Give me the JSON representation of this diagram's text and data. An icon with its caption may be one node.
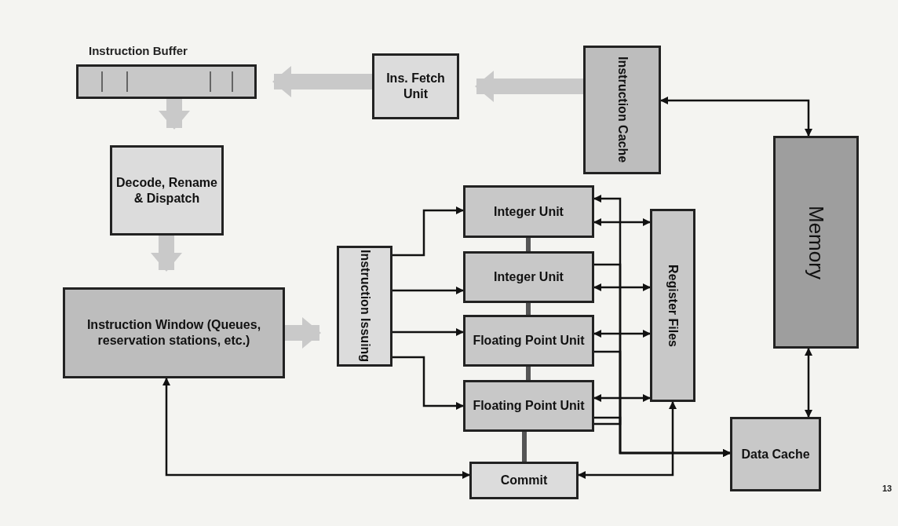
{
  "diagram": {
    "nodes": [
      {
        "text": [
          "Instruction Buffer"
        ]
      },
      {
        "text": [
          "Ins. Fetch Unit"
        ]
      },
      {
        "text": [
          "Instruction Cache"
        ]
      },
      {
        "text": [
          "Memory"
        ]
      },
      {
        "text": [
          "Decode, Rename & Dispatch"
        ]
      },
      {
        "text": [
          "Instruction Window (Queues, reservation stations, etc.)"
        ]
      },
      {
        "text": [
          "Instruction Issuing"
        ]
      },
      {
        "text": [
          "Integer Unit"
        ]
      },
      {
        "text": [
          "Integer Unit"
        ]
      },
      {
        "text": [
          "Floating Point Unit"
        ]
      },
      {
        "text": [
          "Floating Point Unit"
        ]
      },
      {
        "text": [
          "Register Files"
        ]
      },
      {
        "text": [
          "Data Cache"
        ]
      },
      {
        "text": [
          "Commit"
        ]
      }
    ],
    "edges": [
      {
        "from": 1,
        "to": 0,
        "arrow": "to",
        "style": "thick",
        "color": "#c9c9c9"
      },
      {
        "from": 2,
        "to": 1,
        "arrow": "to",
        "style": "thick",
        "color": "#c9c9c9"
      },
      {
        "from": 0,
        "to": 4,
        "arrow": "to",
        "style": "thick",
        "color": "#c9c9c9"
      },
      {
        "from": 4,
        "to": 5,
        "arrow": "to",
        "style": "thick",
        "color": "#c9c9c9"
      },
      {
        "from": 5,
        "to": 6,
        "arrow": "to",
        "style": "thick",
        "color": "#c9c9c9"
      },
      {
        "from": 2,
        "to": 3,
        "arrow": "both"
      },
      {
        "from": 3,
        "to": 12,
        "arrow": "both"
      },
      {
        "from": 6,
        "to": 7,
        "arrow": "to"
      },
      {
        "from": 6,
        "to": 8,
        "arrow": "to"
      },
      {
        "from": 6,
        "to": 9,
        "arrow": "to"
      },
      {
        "from": 6,
        "to": 10,
        "arrow": "to"
      },
      {
        "from": 7,
        "to": 11,
        "arrow": "both"
      },
      {
        "from": 8,
        "to": 11,
        "arrow": "both"
      },
      {
        "from": 9,
        "to": 11,
        "arrow": "both"
      },
      {
        "from": 10,
        "to": 11,
        "arrow": "both"
      },
      {
        "from": 8,
        "to": 12,
        "arrow": "to"
      },
      {
        "from": 9,
        "to": 12,
        "arrow": "to"
      },
      {
        "from": 10,
        "to": 12,
        "arrow": "to"
      },
      {
        "from": 10,
        "to": 7,
        "arrow": "to"
      },
      {
        "from": 7,
        "to": 8,
        "arrow": "none",
        "style": "thick",
        "color": "#555555"
      },
      {
        "from": 8,
        "to": 9,
        "arrow": "none",
        "style": "thick",
        "color": "#555555"
      },
      {
        "from": 9,
        "to": 10,
        "arrow": "none",
        "style": "thick",
        "color": "#555555"
      },
      {
        "from": 10,
        "to": 13,
        "arrow": "none",
        "style": "thick",
        "color": "#555555"
      },
      {
        "from": 5,
        "to": 13,
        "arrow": "both"
      },
      {
        "from": 11,
        "to": 13,
        "arrow": "both"
      }
    ],
    "labels": [
      "13"
    ]
  }
}
